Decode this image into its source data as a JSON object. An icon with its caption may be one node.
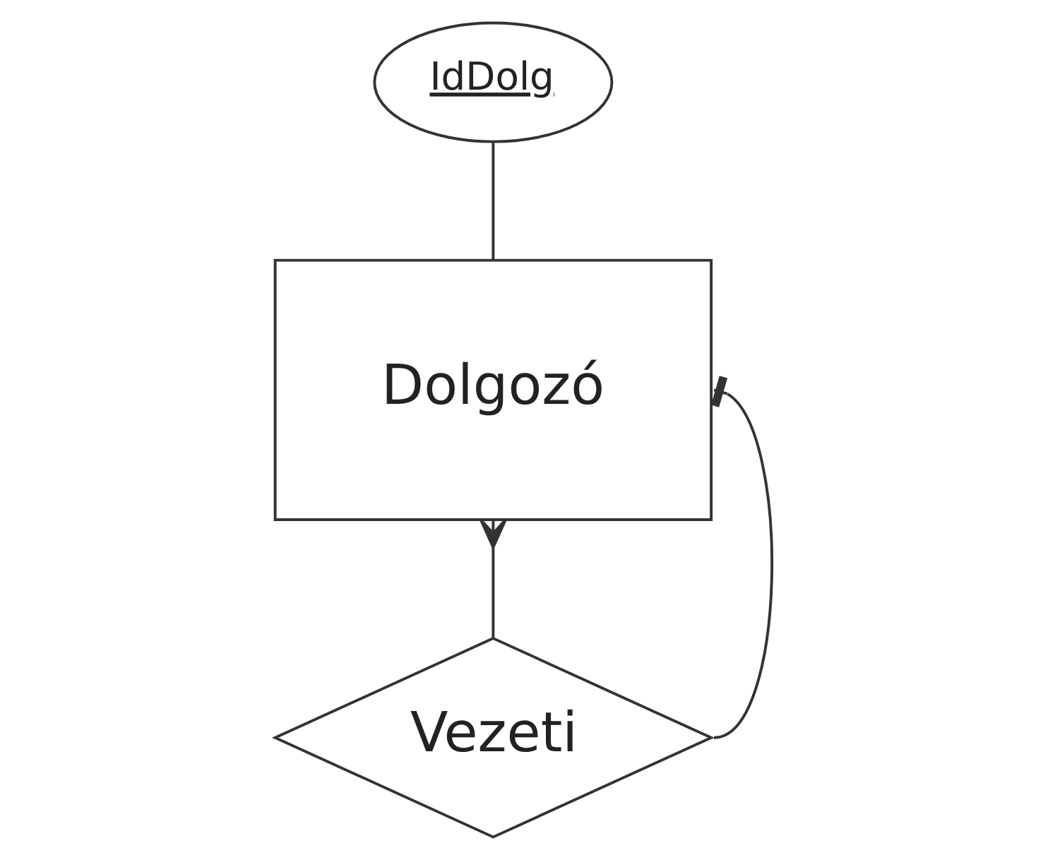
{
  "diagram": {
    "nodes": [
      {
        "text": [
          "IdDolg"
        ]
      },
      {
        "text": [
          "Dolgozó"
        ]
      },
      {
        "text": [
          "Vezeti"
        ]
      }
    ],
    "edges": [
      {
        "from": 0,
        "to": 1,
        "arrow": "none"
      },
      {
        "from": 1,
        "to": 2,
        "arrow": "other"
      },
      {
        "from": 1,
        "to": 2,
        "arrow": "other"
      }
    ]
  }
}
